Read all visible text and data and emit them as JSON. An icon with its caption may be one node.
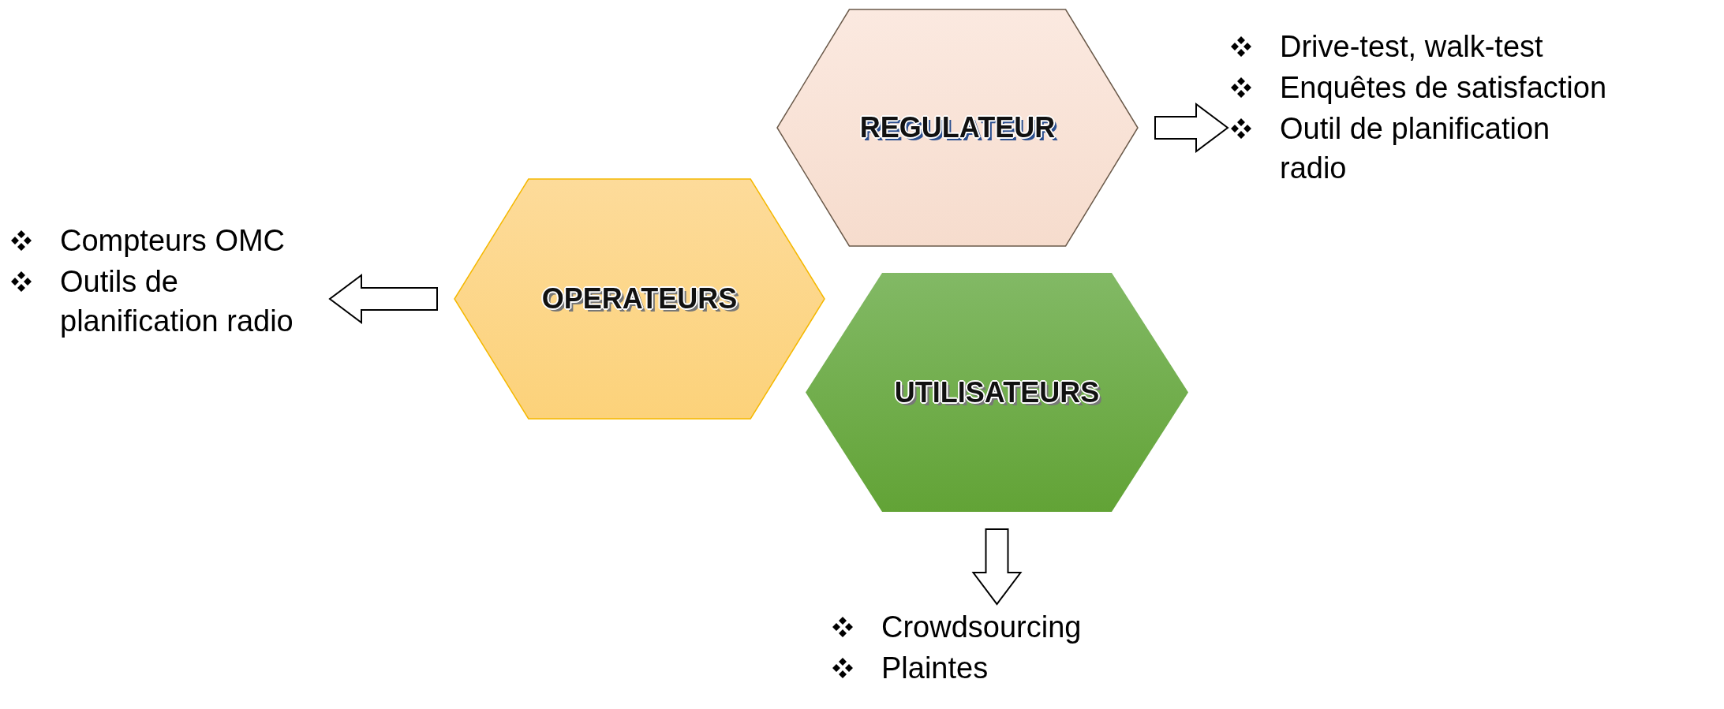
{
  "diagram": {
    "nodes": [
      {
        "text": [
          "REGULATEUR"
        ]
      },
      {
        "text": [
          "Drive-test, walk-test",
          "Enquêtes de satisfaction",
          "Outil de planification radio"
        ]
      },
      {
        "text": [
          "Compteurs OMC",
          "Outils de planification radio"
        ]
      },
      {
        "text": [
          "OPERATEURS"
        ]
      },
      {
        "text": [
          "UTILISATEURS"
        ]
      },
      {
        "text": [
          "Crowdsourcing",
          "Plaintes"
        ]
      }
    ],
    "edges": [
      {
        "from": 0,
        "to": 1,
        "arrow": "to"
      },
      {
        "from": 3,
        "to": 2,
        "arrow": "to"
      },
      {
        "from": 4,
        "to": 5,
        "arrow": "to"
      }
    ]
  }
}
